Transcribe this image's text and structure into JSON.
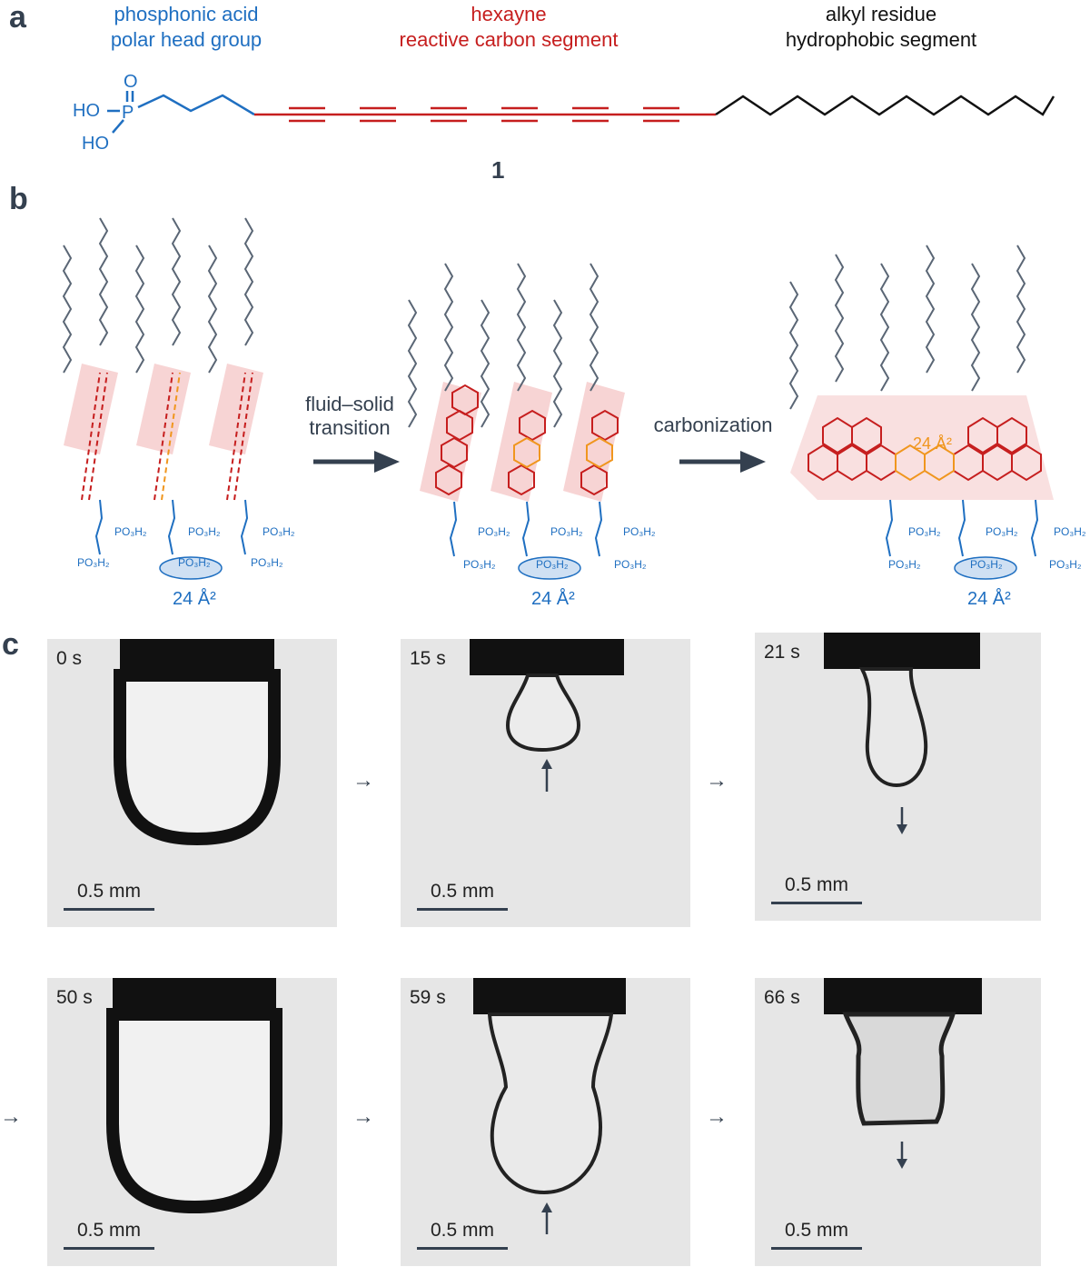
{
  "panel_a": {
    "letter": "a",
    "head_label": [
      "phosphonic acid",
      "polar head group"
    ],
    "reactive_label": [
      "hexayne",
      "reactive carbon segment"
    ],
    "alkyl_label": [
      "alkyl residue",
      "hydrophobic segment"
    ],
    "atoms": {
      "o": "O",
      "p": "P",
      "ho1": "HO",
      "ho2": "HO"
    },
    "compound_number": "1",
    "colors": {
      "head": "#1f6fc1",
      "reactive": "#c61e1e",
      "alkyl": "#111111"
    }
  },
  "panel_b": {
    "letter": "b",
    "arrow1_label": [
      "fluid–solid",
      "transition"
    ],
    "arrow2_label": "carbonization",
    "group_label": "PO₃H₂",
    "area_label": "24 Å²",
    "inner_area_label": "24 Å²"
  },
  "panel_c": {
    "letter": "c",
    "frames": [
      {
        "time": "0 s",
        "scale": "0.5 mm"
      },
      {
        "time": "15 s",
        "scale": "0.5 mm"
      },
      {
        "time": "21 s",
        "scale": "0.5 mm"
      },
      {
        "time": "50 s",
        "scale": "0.5 mm"
      },
      {
        "time": "59 s",
        "scale": "0.5 mm"
      },
      {
        "time": "66 s",
        "scale": "0.5 mm"
      }
    ],
    "step_arrow": "→",
    "up_arrow": "↑",
    "down_arrow": "↓"
  }
}
